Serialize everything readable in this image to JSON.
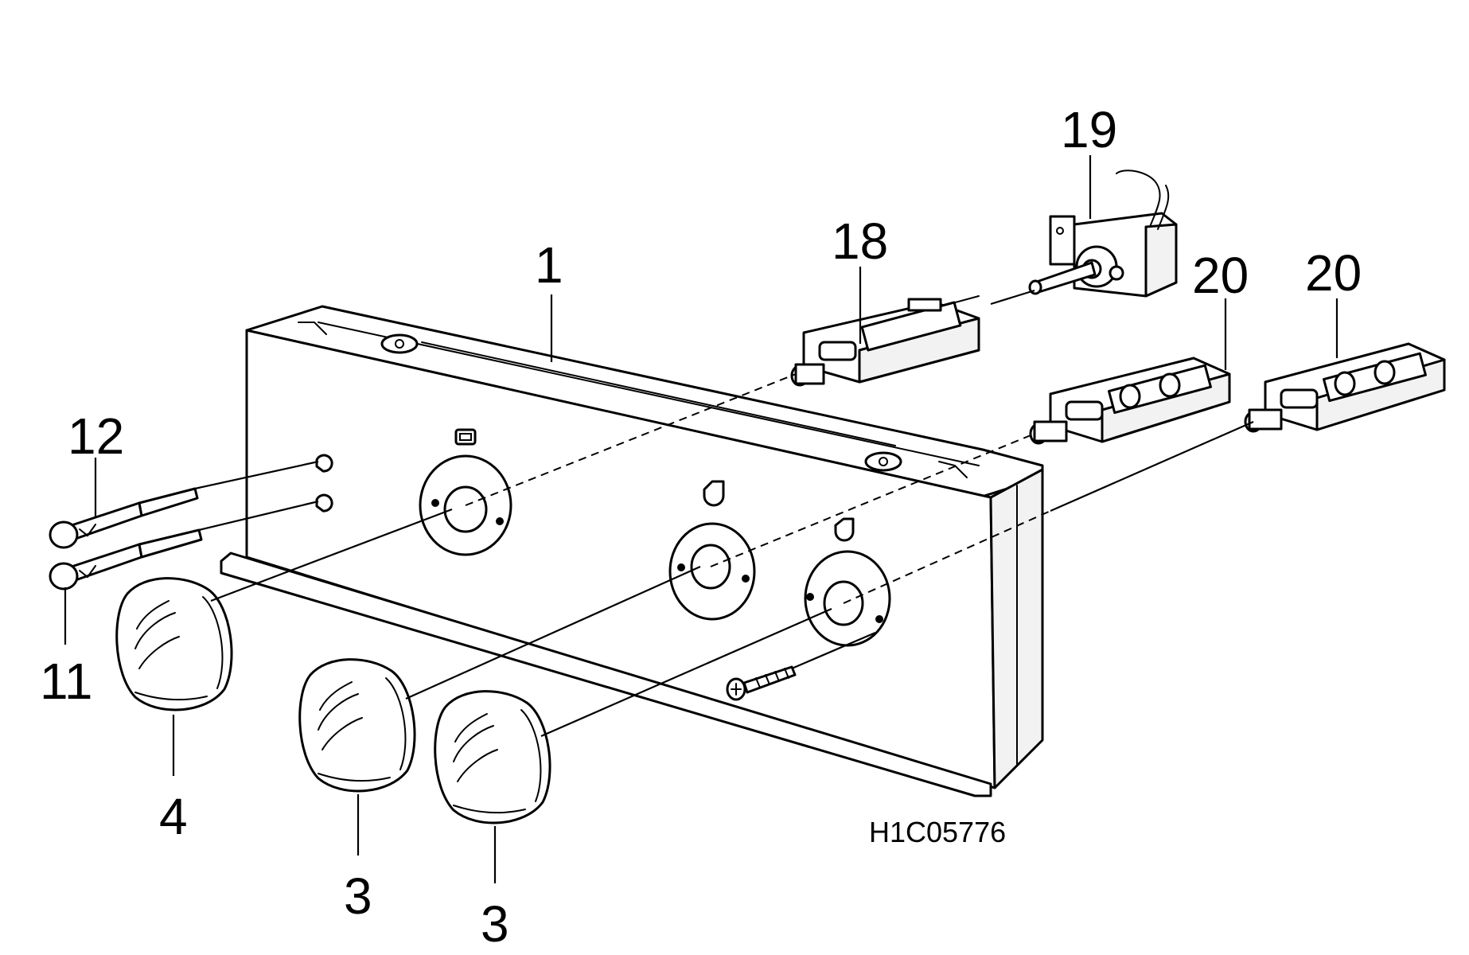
{
  "callouts": {
    "part_1": "1",
    "part_18": "18",
    "part_19": "19",
    "part_20a": "20",
    "part_20b": "20",
    "part_12": "12",
    "part_11": "11",
    "part_4": "4",
    "part_3a": "3",
    "part_3b": "3"
  },
  "figure_code": "H1C05776"
}
